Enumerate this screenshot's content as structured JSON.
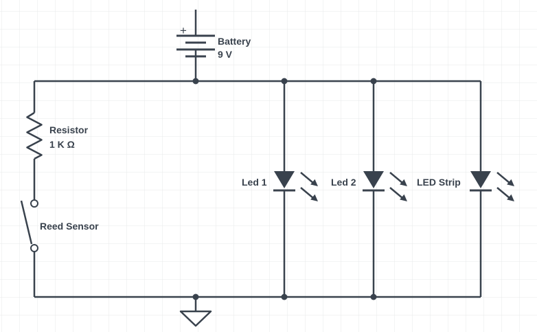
{
  "canvas": {
    "type": "circuit-diagram",
    "grid": "on"
  },
  "colors": {
    "stroke": "#39424D",
    "grid_line": "#e7e8ea",
    "background": "#ffffff"
  },
  "components": {
    "battery": {
      "label": "Battery",
      "value": "9 V",
      "polarity": "+"
    },
    "resistor": {
      "label": "Resistor",
      "value": "1 K Ω"
    },
    "reed_sensor": {
      "label": "Reed Sensor"
    },
    "led1": {
      "label": "Led 1"
    },
    "led2": {
      "label": "Led 2"
    },
    "led_strip": {
      "label": "LED Strip"
    },
    "ground": {
      "kind": "ground-symbol"
    }
  }
}
